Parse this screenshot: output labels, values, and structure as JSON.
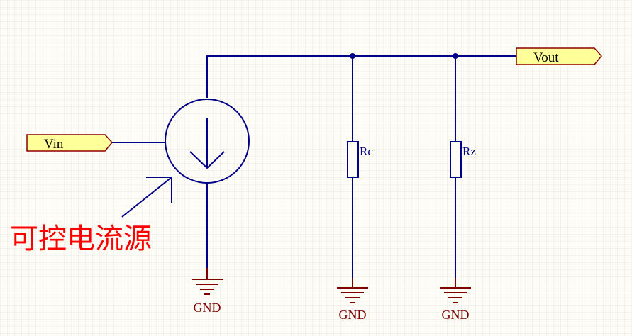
{
  "schematic": {
    "ports": {
      "input": "Vin",
      "output": "Vout"
    },
    "resistors": {
      "r1": "Rc",
      "r2": "Rz"
    },
    "grounds": {
      "g1": "GND",
      "g2": "GND",
      "g3": "GND"
    },
    "annotation": "可控电流源"
  },
  "colors": {
    "background": "#fdfcf6",
    "grid": "#ece9dc",
    "wire": "#00008b",
    "port_fill": "#ffff99",
    "port_stroke": "#8b0000",
    "ground": "#800000",
    "annotation": "#ff0000"
  }
}
